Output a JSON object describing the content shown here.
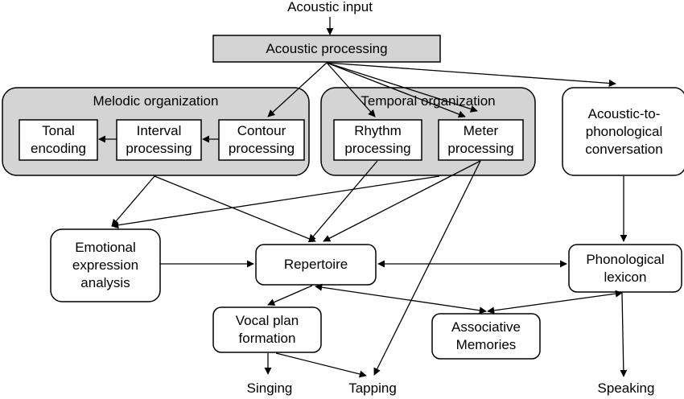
{
  "diagram": {
    "input_label": "Acoustic input",
    "acoustic_processing": "Acoustic processing",
    "melodic_group": "Melodic organization",
    "temporal_group": "Temporal organization",
    "tonal_encoding": "Tonal\nencoding",
    "interval_processing": "Interval\nprocessing",
    "contour_processing": "Contour\nprocessing",
    "rhythm_processing": "Rhythm\nprocessing",
    "meter_processing": "Meter\nprocessing",
    "acoustic_to_phonological": "Acoustic-to-\nphonological\nconversation",
    "emotional_expression": "Emotional\nexpression\nanalysis",
    "repertoire": "Repertoire",
    "phonological_lexicon": "Phonological\nlexicon",
    "vocal_plan": "Vocal plan\nformation",
    "associative_memories": "Associative\nMemories",
    "singing": "Singing",
    "tapping": "Tapping",
    "speaking": "Speaking"
  },
  "colors": {
    "group_fill": "#d4d4d4",
    "box_fill": "#ffffff",
    "stroke": "#000000"
  }
}
